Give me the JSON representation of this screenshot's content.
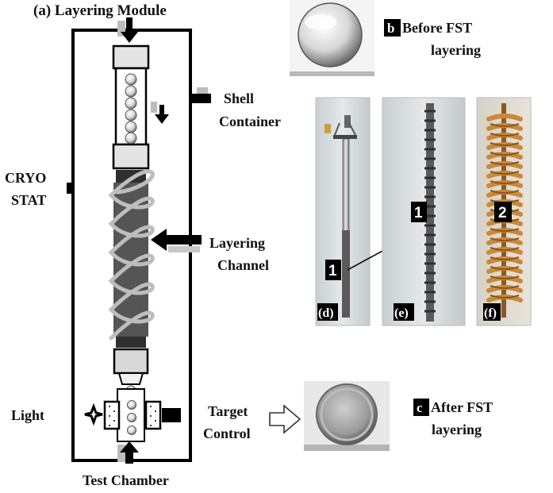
{
  "labels": {
    "layering_module": "(a) Layering Module",
    "shell_container_1": "Shell",
    "shell_container_2": "Container",
    "cryostat_1": "CRYO",
    "cryostat_2": "STAT",
    "layering_channel_1": "Layering",
    "layering_channel_2": "Channel",
    "light": "Light",
    "target_control_1": "Target",
    "target_control_2": "Control",
    "test_chamber": "Test Chamber"
  },
  "panels": {
    "b": {
      "tag": "b",
      "text_1": "Before FST",
      "text_2": "layering"
    },
    "c": {
      "tag": "c",
      "text_1": "After FST",
      "text_2": "layering"
    },
    "d": {
      "tag": "(d)",
      "number": "1"
    },
    "e": {
      "tag": "(e)",
      "number": "1"
    },
    "f": {
      "tag": "(f)",
      "number": "2"
    }
  },
  "colors": {
    "outline": "#000000",
    "channel": "#555555",
    "coil": "#bbbbbb",
    "spring_copper": "#c8893a",
    "photo_bg": "#d6dcdd"
  }
}
